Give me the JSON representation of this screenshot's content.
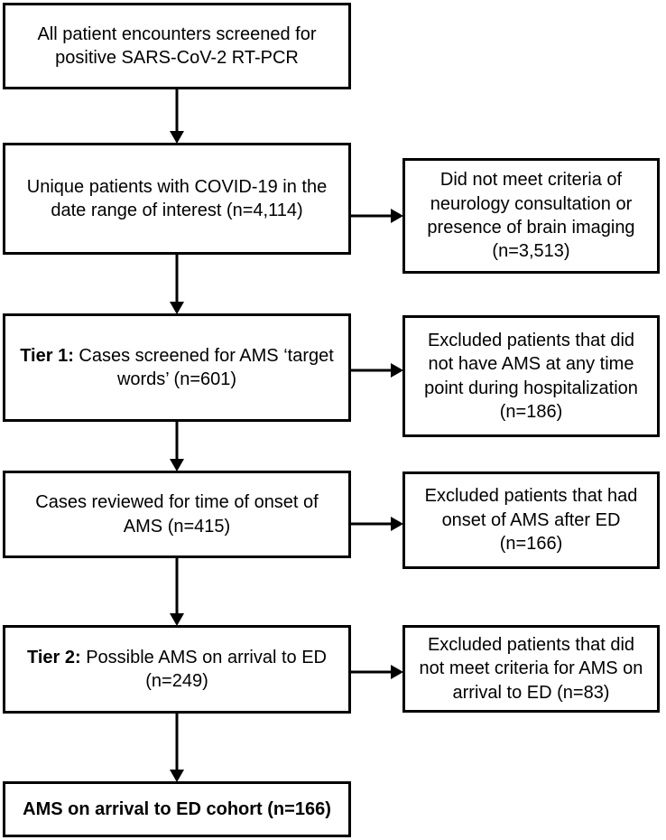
{
  "figure": {
    "type": "flowchart",
    "orientation": "top-to-bottom with right-side exclusion boxes",
    "background_color": "#ffffff",
    "line_color": "#000000",
    "text_color": "#000000"
  },
  "nodes": {
    "main": [
      {
        "id": "all-encounters",
        "lead": "",
        "text": "All patient encounters screened for positive SARS-CoV-2 RT-PCR",
        "bold": false
      },
      {
        "id": "unique-patients",
        "lead": "",
        "text": "Unique patients with COVID-19 in the date range of interest (n=4,114)",
        "bold": false,
        "count": "4,114"
      },
      {
        "id": "tier-1-screened",
        "lead": "Tier 1:",
        "text": " Cases screened for AMS ‘target words’ (n=601)",
        "bold": false,
        "count": "601"
      },
      {
        "id": "cases-reviewed-onset",
        "lead": "",
        "text": "Cases reviewed for time of onset of AMS (n=415)",
        "bold": false,
        "count": "415"
      },
      {
        "id": "tier-2-possible-ams",
        "lead": "Tier 2:",
        "text": " Possible AMS on arrival to ED (n=249)",
        "bold": false,
        "count": "249"
      },
      {
        "id": "final-cohort",
        "lead": "",
        "text": "AMS on arrival to ED cohort (n=166)",
        "bold": true,
        "count": "166"
      }
    ],
    "exclusions": [
      {
        "id": "excl-no-neuro-or-imaging",
        "text": "Did not meet criteria of neurology consultation or presence of brain imaging (n=3,513)",
        "count": "3,513"
      },
      {
        "id": "excl-no-ams-any-time",
        "text": "Excluded patients that did not have AMS at any time point during hospitalization (n=186)",
        "count": "186"
      },
      {
        "id": "excl-onset-after-ed",
        "text": "Excluded patients that had onset of AMS after ED (n=166)",
        "count": "166"
      },
      {
        "id": "excl-no-criteria-on-arrival",
        "text": "Excluded patients that did not meet criteria for AMS on arrival to ED (n=83)",
        "count": "83"
      }
    ]
  },
  "connectors": {
    "vertical_arrows": 5,
    "horizontal_arrows": 4,
    "arrowhead": "filled-triangle"
  }
}
